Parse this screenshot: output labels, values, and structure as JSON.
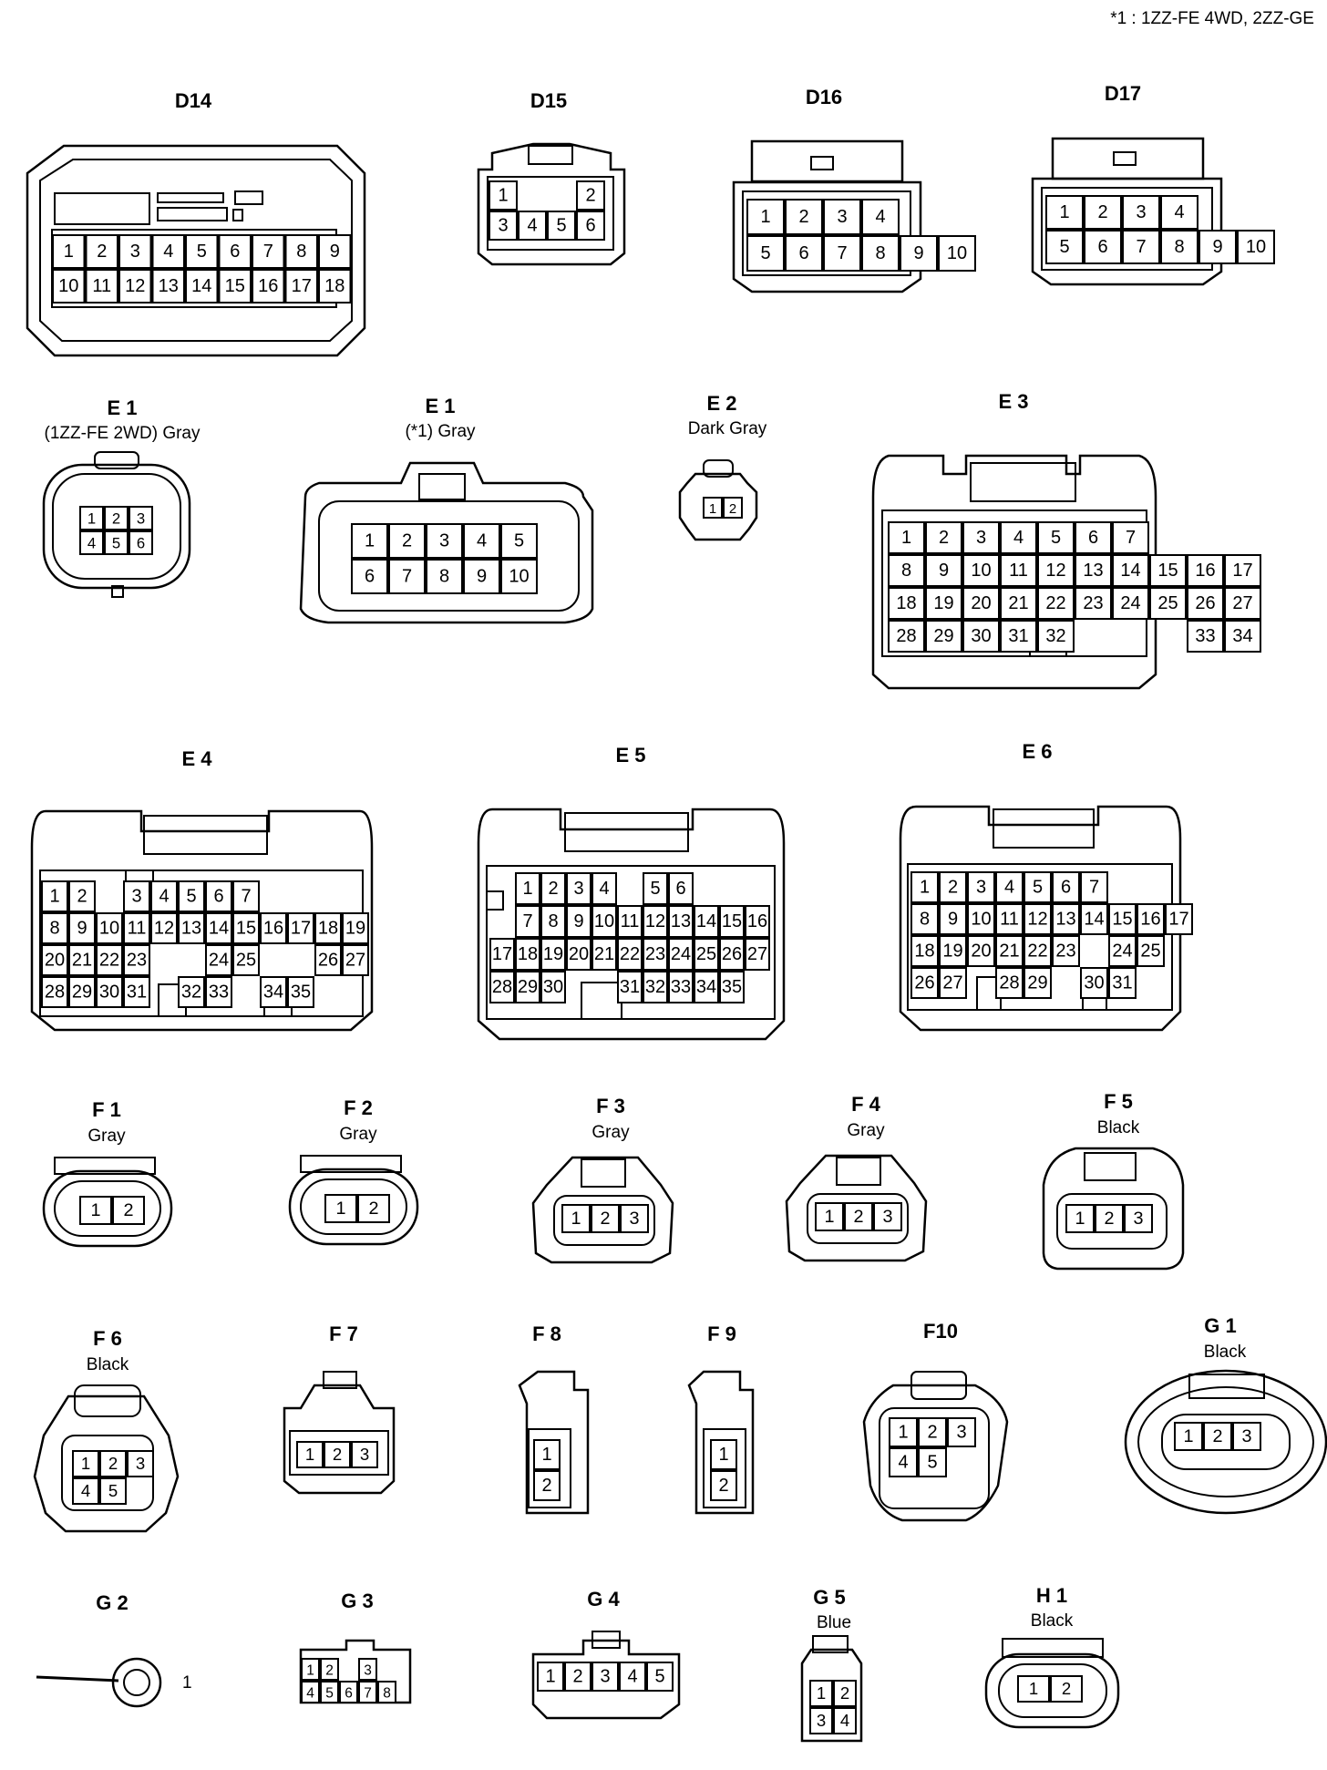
{
  "footnote": "*1 : 1ZZ-FE 4WD, 2ZZ-GE",
  "connectors": [
    {
      "id": "D14",
      "title": "D14",
      "subtitle": "",
      "rows": [
        [
          "1",
          "2",
          "3",
          "4",
          "5",
          "6",
          "7",
          "8",
          "9"
        ],
        [
          "10",
          "11",
          "12",
          "13",
          "14",
          "15",
          "16",
          "17",
          "18"
        ]
      ]
    },
    {
      "id": "D15",
      "title": "D15",
      "subtitle": "",
      "rows": [
        [
          "1",
          "",
          "",
          "2"
        ],
        [
          "3",
          "4",
          "5",
          "6"
        ]
      ]
    },
    {
      "id": "D16",
      "title": "D16",
      "subtitle": "",
      "rows": [
        [
          "1",
          "2",
          "3",
          "4"
        ],
        [
          "5",
          "6",
          "7",
          "8",
          "9",
          "10"
        ]
      ]
    },
    {
      "id": "D17",
      "title": "D17",
      "subtitle": "",
      "rows": [
        [
          "1",
          "2",
          "3",
          "4"
        ],
        [
          "5",
          "6",
          "7",
          "8",
          "9",
          "10"
        ]
      ]
    },
    {
      "id": "E1a",
      "title": "E 1",
      "subtitle": "(1ZZ-FE 2WD)  Gray",
      "rows": [
        [
          "1",
          "2",
          "3"
        ],
        [
          "4",
          "5",
          "6"
        ]
      ]
    },
    {
      "id": "E1b",
      "title": "E 1",
      "subtitle": "(*1)  Gray",
      "rows": [
        [
          "1",
          "2",
          "3",
          "4",
          "5"
        ],
        [
          "6",
          "7",
          "8",
          "9",
          "10"
        ]
      ]
    },
    {
      "id": "E2",
      "title": "E 2",
      "subtitle": "Dark Gray",
      "rows": [
        [
          "1",
          "2"
        ]
      ]
    },
    {
      "id": "E3",
      "title": "E 3",
      "subtitle": "",
      "rows": [
        [
          "1",
          "2",
          "3",
          "4",
          "5",
          "6",
          "7"
        ],
        [
          "8",
          "9",
          "10",
          "11",
          "12",
          "13",
          "14",
          "15",
          "16",
          "17"
        ],
        [
          "18",
          "19",
          "20",
          "21",
          "22",
          "23",
          "24",
          "25",
          "26",
          "27"
        ],
        [
          "28",
          "29",
          "30",
          "31",
          "32",
          "",
          "",
          "",
          "33",
          "34"
        ]
      ]
    },
    {
      "id": "E4",
      "title": "E 4",
      "subtitle": "",
      "rows": [
        [
          "1",
          "2",
          "",
          "3",
          "4",
          "5",
          "6",
          "7"
        ],
        [
          "8",
          "9",
          "10",
          "11",
          "12",
          "13",
          "14",
          "15",
          "16",
          "17",
          "18",
          "19"
        ],
        [
          "20",
          "21",
          "22",
          "23",
          "",
          "",
          "24",
          "25",
          "",
          "",
          "26",
          "27"
        ],
        [
          "28",
          "29",
          "30",
          "31",
          "",
          "32",
          "33",
          "",
          "34",
          "35"
        ]
      ]
    },
    {
      "id": "E5",
      "title": "E 5",
      "subtitle": "",
      "rows": [
        [
          "",
          "1",
          "2",
          "3",
          "4",
          "",
          "5",
          "6"
        ],
        [
          "",
          "7",
          "8",
          "9",
          "10",
          "11",
          "12",
          "13",
          "14",
          "15",
          "16"
        ],
        [
          "17",
          "18",
          "19",
          "20",
          "21",
          "22",
          "23",
          "24",
          "25",
          "26",
          "27"
        ],
        [
          "28",
          "29",
          "30",
          "",
          "",
          "31",
          "32",
          "33",
          "34",
          "35"
        ]
      ]
    },
    {
      "id": "E6",
      "title": "E 6",
      "subtitle": "",
      "rows": [
        [
          "1",
          "2",
          "3",
          "4",
          "5",
          "6",
          "7"
        ],
        [
          "8",
          "9",
          "10",
          "11",
          "12",
          "13",
          "14",
          "15",
          "16",
          "17"
        ],
        [
          "18",
          "19",
          "20",
          "21",
          "22",
          "23",
          "",
          "24",
          "25"
        ],
        [
          "26",
          "27",
          "",
          "28",
          "29",
          "",
          "30",
          "31"
        ]
      ]
    },
    {
      "id": "F1",
      "title": "F 1",
      "subtitle": "Gray",
      "rows": [
        [
          "1",
          "2"
        ]
      ]
    },
    {
      "id": "F2",
      "title": "F 2",
      "subtitle": "Gray",
      "rows": [
        [
          "1",
          "2"
        ]
      ]
    },
    {
      "id": "F3",
      "title": "F 3",
      "subtitle": "Gray",
      "rows": [
        [
          "1",
          "2",
          "3"
        ]
      ]
    },
    {
      "id": "F4",
      "title": "F 4",
      "subtitle": "Gray",
      "rows": [
        [
          "1",
          "2",
          "3"
        ]
      ]
    },
    {
      "id": "F5",
      "title": "F 5",
      "subtitle": "Black",
      "rows": [
        [
          "1",
          "2",
          "3"
        ]
      ]
    },
    {
      "id": "F6",
      "title": "F 6",
      "subtitle": "Black",
      "rows": [
        [
          "1",
          "2",
          "3"
        ],
        [
          "4",
          "5"
        ]
      ]
    },
    {
      "id": "F7",
      "title": "F 7",
      "subtitle": "",
      "rows": [
        [
          "1",
          "2",
          "3"
        ]
      ]
    },
    {
      "id": "F8",
      "title": "F 8",
      "subtitle": "",
      "rows": [
        [
          "1"
        ],
        [
          "2"
        ]
      ]
    },
    {
      "id": "F9",
      "title": "F 9",
      "subtitle": "",
      "rows": [
        [
          "1"
        ],
        [
          "2"
        ]
      ]
    },
    {
      "id": "F10",
      "title": "F10",
      "subtitle": "",
      "rows": [
        [
          "1",
          "2",
          "3"
        ],
        [
          "4",
          "5"
        ]
      ]
    },
    {
      "id": "G1",
      "title": "G 1",
      "subtitle": "Black",
      "rows": [
        [
          "1",
          "2",
          "3"
        ]
      ]
    },
    {
      "id": "G2",
      "title": "G 2",
      "subtitle": "",
      "rows": [
        [
          "1"
        ]
      ]
    },
    {
      "id": "G3",
      "title": "G 3",
      "subtitle": "",
      "rows": [
        [
          "1",
          "2",
          "",
          "3"
        ],
        [
          "4",
          "5",
          "6",
          "7",
          "8"
        ]
      ]
    },
    {
      "id": "G4",
      "title": "G 4",
      "subtitle": "",
      "rows": [
        [
          "1",
          "2",
          "3",
          "4",
          "5"
        ]
      ]
    },
    {
      "id": "G5",
      "title": "G 5",
      "subtitle": "Blue",
      "rows": [
        [
          "1",
          "2"
        ],
        [
          "3",
          "4"
        ]
      ]
    },
    {
      "id": "H1",
      "title": "H 1",
      "subtitle": "Black",
      "rows": [
        [
          "1",
          "2"
        ]
      ]
    }
  ]
}
